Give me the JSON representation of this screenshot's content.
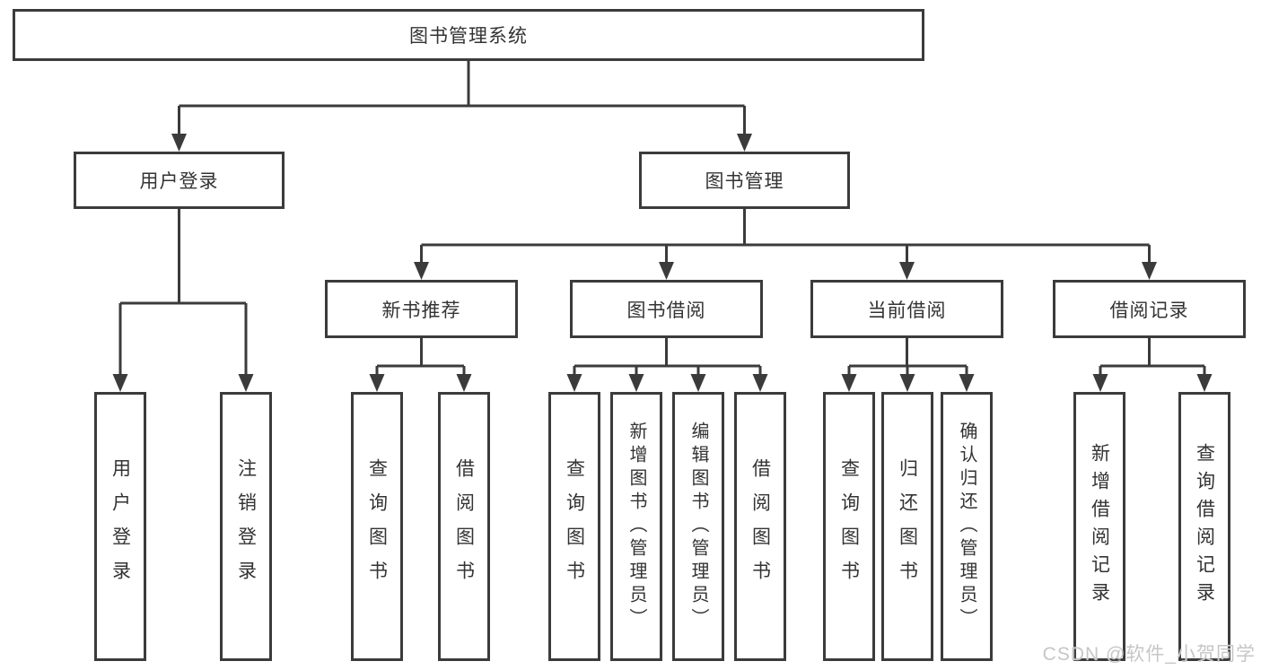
{
  "tree": {
    "root": {
      "label": "图书管理系统",
      "children": [
        {
          "label": "用户登录",
          "children": [
            {
              "label": "用户登录"
            },
            {
              "label": "注销登录"
            }
          ]
        },
        {
          "label": "图书管理",
          "children": [
            {
              "label": "新书推荐",
              "children": [
                {
                  "label": "查询图书"
                },
                {
                  "label": "借阅图书"
                }
              ]
            },
            {
              "label": "图书借阅",
              "children": [
                {
                  "label": "查询图书"
                },
                {
                  "label": "新增图书（管理员）"
                },
                {
                  "label": "编辑图书（管理员）"
                },
                {
                  "label": "借阅图书"
                }
              ]
            },
            {
              "label": "当前借阅",
              "children": [
                {
                  "label": "查询图书"
                },
                {
                  "label": "归还图书"
                },
                {
                  "label": "确认归还（管理员）"
                }
              ]
            },
            {
              "label": "借阅记录",
              "children": [
                {
                  "label": "新增借阅记录"
                },
                {
                  "label": "查询借阅记录"
                }
              ]
            }
          ]
        }
      ]
    },
    "colors": {
      "line": "#3b3b3b",
      "text": "#333333",
      "watermark": "#c6c6c6"
    }
  },
  "watermark": {
    "text": "CSDN @软件_小贺同学"
  }
}
